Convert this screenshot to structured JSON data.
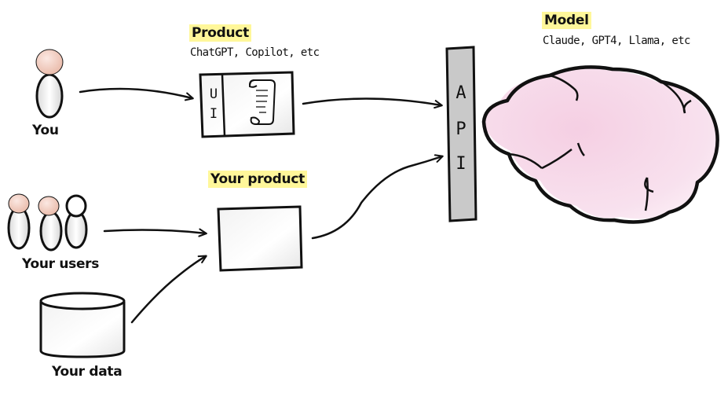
{
  "nodes": {
    "you": {
      "label": "You"
    },
    "your_users": {
      "label": "Your users"
    },
    "your_data": {
      "label": "Your data"
    },
    "product": {
      "title": "Product",
      "subtitle": "ChatGPT, Copilot, etc",
      "ui_label": "UI"
    },
    "your_product": {
      "title": "Your product"
    },
    "api": {
      "label": "API"
    },
    "model": {
      "title": "Model",
      "subtitle": "Claude, GPT4, Llama, etc"
    }
  },
  "colors": {
    "highlight": "#fff79a",
    "brain_fill": "#f7d3e6",
    "head_skin": "#f4d6cc",
    "api_bar": "#c9c9c9"
  }
}
